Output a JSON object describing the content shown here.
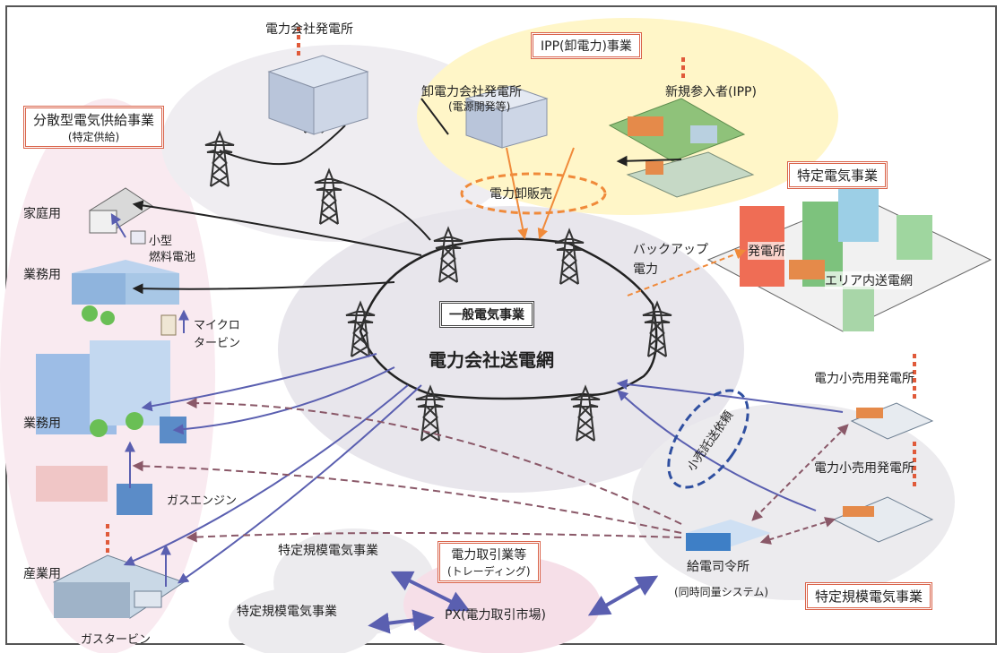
{
  "labels": {
    "distributed_title": "分散型電気供給事業",
    "distributed_sub": "(特定供給)",
    "utility_plant": "電力会社発電所",
    "ipp_business": "IPP(卸電力)事業",
    "wholesale_plant": "卸電力会社発電所",
    "wholesale_plant_sub": "(電源開発等)",
    "new_entrant": "新規参入者(IPP)",
    "wholesale_sales": "電力卸販売",
    "specified_electric": "特定電気事業",
    "backup_power_1": "バックアップ",
    "backup_power_2": "電力",
    "power_station": "発電所",
    "area_grid": "エリア内送電網",
    "household": "家庭用",
    "small_fuel_cell_1": "小型",
    "small_fuel_cell_2": "燃料電池",
    "business_1": "業務用",
    "micro_turbine_1": "マイクロ",
    "micro_turbine_2": "タービン",
    "general_electric": "一般電気事業",
    "utility_grid": "電力会社送電網",
    "business_2": "業務用",
    "gas_engine": "ガスエンジン",
    "industrial": "産業用",
    "gas_turbine": "ガスタービン",
    "retail_plant_1": "電力小売用発電所",
    "retail_plant_2": "電力小売用発電所",
    "wheeling_request": "小売託送依頼",
    "dispatch_center": "給電司令所",
    "simultaneous_system": "(同時同量システム)",
    "pps_1": "特定規模電気事業",
    "pps_2": "特定規模電気事業",
    "pps_3": "特定規模電気事業",
    "trading": "電力取引業等",
    "trading_sub": "(トレーディング)",
    "px": "PX(電力取引市場)"
  },
  "colors": {
    "box_border": "#d9634a",
    "flow_arrow": "#5a5fb0",
    "dashed_arrow": "#8a5868",
    "orange_dashed": "#f08a3a",
    "ipp_bg": "#fff6c8",
    "grid_bg": "#e8e6ec",
    "left_bg": "#f9eaf0",
    "tower": "#333333",
    "px_bg": "#f6dfe8"
  },
  "icons": [
    "transmission-tower-icon",
    "power-plant-icon",
    "house-icon",
    "office-building-icon",
    "factory-icon",
    "fuel-cell-icon",
    "gas-engine-icon",
    "gas-turbine-icon",
    "city-block-icon",
    "control-center-icon"
  ]
}
